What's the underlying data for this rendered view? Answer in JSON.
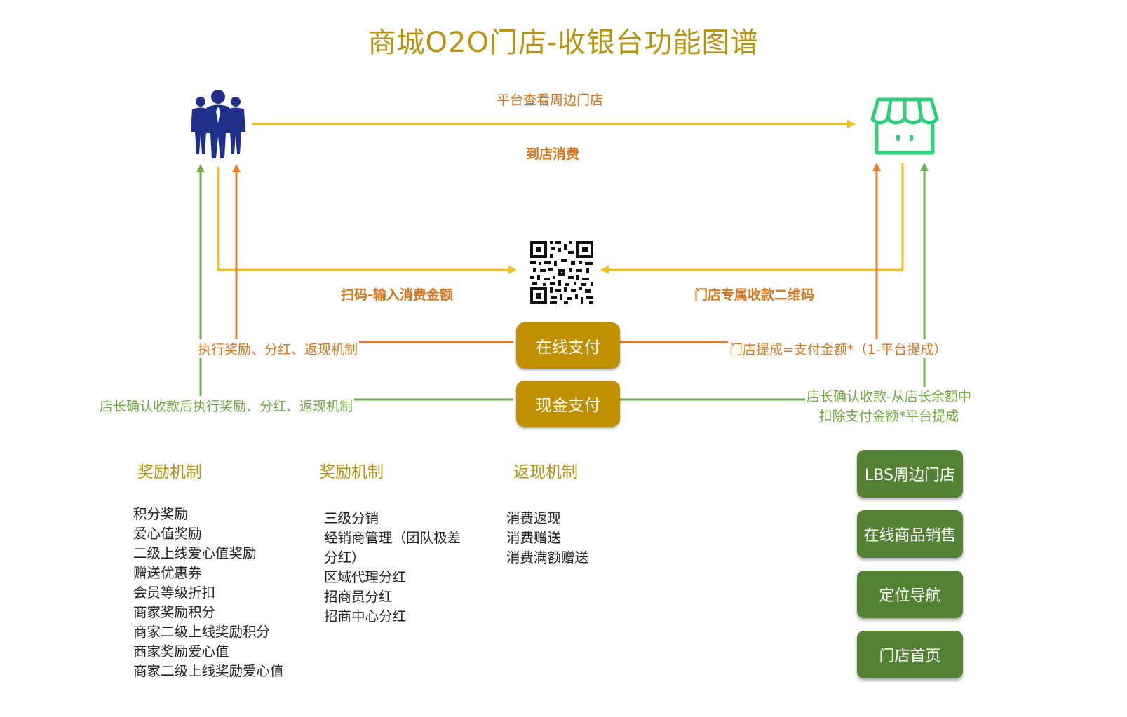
{
  "title": "商城O2O门店-收银台功能图谱",
  "flow": {
    "top_label": "平台查看周边门店",
    "top_sublabel": "到店消费",
    "scan_label": "扫码-输入消费金额",
    "qr_label": "门店专属收款二维码",
    "online_left": "执行奖励、分红、返现机制",
    "online_right": "门店提成=支付金额*（1-平台提成）",
    "cash_left": "店长确认收款后执行奖励、分红、返现机制",
    "cash_right_line1": "店长确认收款-从店长余额中",
    "cash_right_line2": "扣除支付金额*平台提成"
  },
  "buttons": {
    "online_pay": "在线支付",
    "cash_pay": "现金支付"
  },
  "columns": [
    {
      "heading": "奖励机制",
      "items": [
        "积分奖励",
        "爱心值奖励",
        "二级上线爱心值奖励",
        "赠送优惠券",
        "会员等级折扣",
        "商家奖励积分",
        "商家二级上线奖励积分",
        "商家奖励爱心值",
        "商家二级上线奖励爱心值"
      ]
    },
    {
      "heading": "奖励机制",
      "items": [
        "三级分销",
        "经销商管理（团队极差分红）",
        "区域代理分红",
        "招商员分红",
        "招商中心分红"
      ]
    },
    {
      "heading": "返现机制",
      "items": [
        "消费返现",
        "消费赠送",
        "消费满额赠送"
      ]
    }
  ],
  "features": [
    "LBS周边门店",
    "在线商品销售",
    "定位导航",
    "门店首页"
  ],
  "colors": {
    "title": "#b8930e",
    "yellow_line": "#f2c01e",
    "orange_line": "#e57c2c",
    "green_line": "#70ad47",
    "pay_button": "#bf9000",
    "feature_button": "#548235",
    "people_icon": "#1f2f8a",
    "store_icon": "#2fcf7a"
  },
  "icons": {
    "people": "people-group-icon",
    "store": "storefront-icon",
    "qr": "qr-code-icon"
  }
}
